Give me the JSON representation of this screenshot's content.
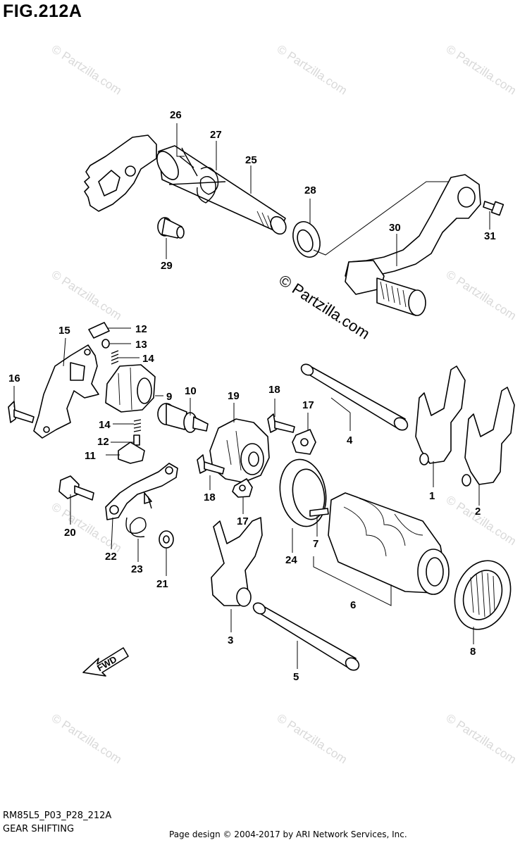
{
  "figure": {
    "title": "FIG.212A",
    "code": "RM85L5_P03_P28_212A",
    "name": "GEAR SHIFTING",
    "copyright": "Page design © 2004-2017 by ARI Network Services, Inc."
  },
  "watermark": {
    "main": "© Partzilla.com",
    "faint": "© Partzilla.com"
  },
  "fwd_label": "FWD",
  "callouts": {
    "c1": "1",
    "c2": "2",
    "c3": "3",
    "c4": "4",
    "c5": "5",
    "c6": "6",
    "c7": "7",
    "c8": "8",
    "c9": "9",
    "c10": "10",
    "c11": "11",
    "c12a": "12",
    "c12b": "12",
    "c13": "13",
    "c14a": "14",
    "c14b": "14",
    "c15": "15",
    "c16": "16",
    "c17a": "17",
    "c17b": "17",
    "c18a": "18",
    "c18b": "18",
    "c19": "19",
    "c20": "20",
    "c21": "21",
    "c22": "22",
    "c23": "23",
    "c24": "24",
    "c25": "25",
    "c26": "26",
    "c27": "27",
    "c28": "28",
    "c29": "29",
    "c30": "30",
    "c31": "31"
  }
}
